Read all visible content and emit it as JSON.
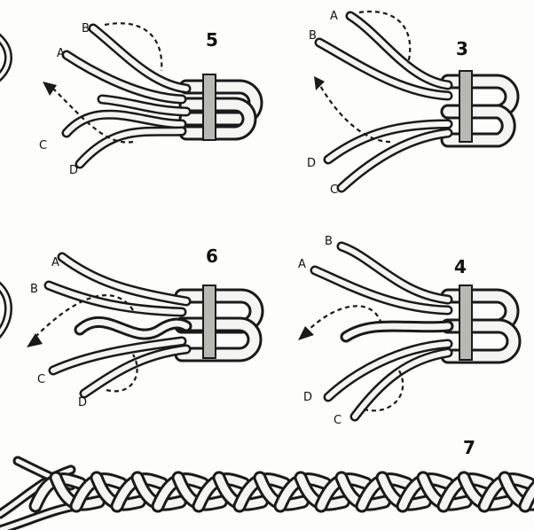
{
  "steps": [
    {
      "number": "5",
      "labels": {
        "a": "A",
        "b": "B",
        "c": "C",
        "d": "D"
      }
    },
    {
      "number": "3",
      "labels": {
        "a": "A",
        "b": "B",
        "c": "C",
        "d": "D"
      }
    },
    {
      "number": "6",
      "labels": {
        "a": "A",
        "b": "B",
        "c": "C",
        "d": "D"
      }
    },
    {
      "number": "4",
      "labels": {
        "a": "A",
        "b": "B",
        "c": "C",
        "d": "D"
      }
    },
    {
      "number": "7"
    }
  ],
  "colors": {
    "ink": "#1a1a1a",
    "paper": "#fdfdfb",
    "band": "#b9b9b3"
  }
}
